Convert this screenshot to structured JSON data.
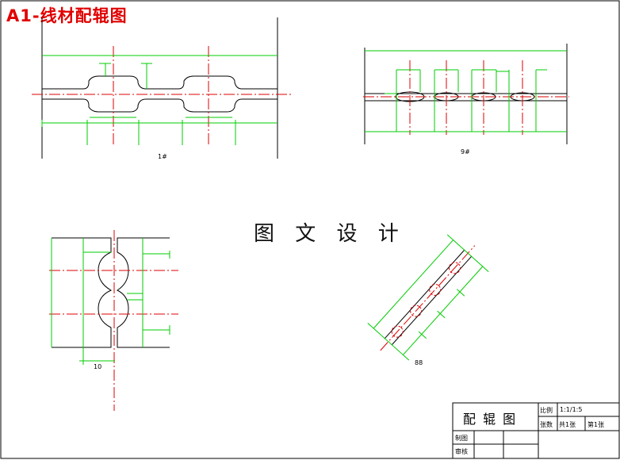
{
  "sheet": {
    "title": "A1-线材配辊图",
    "watermark": "图 文 设 计"
  },
  "views": {
    "view1_label": "1#",
    "view2_label": "9#",
    "view3_label": "10",
    "view4_label": "88"
  },
  "title_block": {
    "name": "配 辊 图",
    "scale_label": "比例",
    "scale_value": "1:1/1:5",
    "sheets_label": "张数",
    "total_sheets": "共1张",
    "sheet_no": "第1张",
    "drawn_label": "制图",
    "checked_label": "审核"
  },
  "colors": {
    "outline": "#000000",
    "dimension": "#00cc00",
    "centerline": "#dd0000",
    "title": "#e00000"
  }
}
